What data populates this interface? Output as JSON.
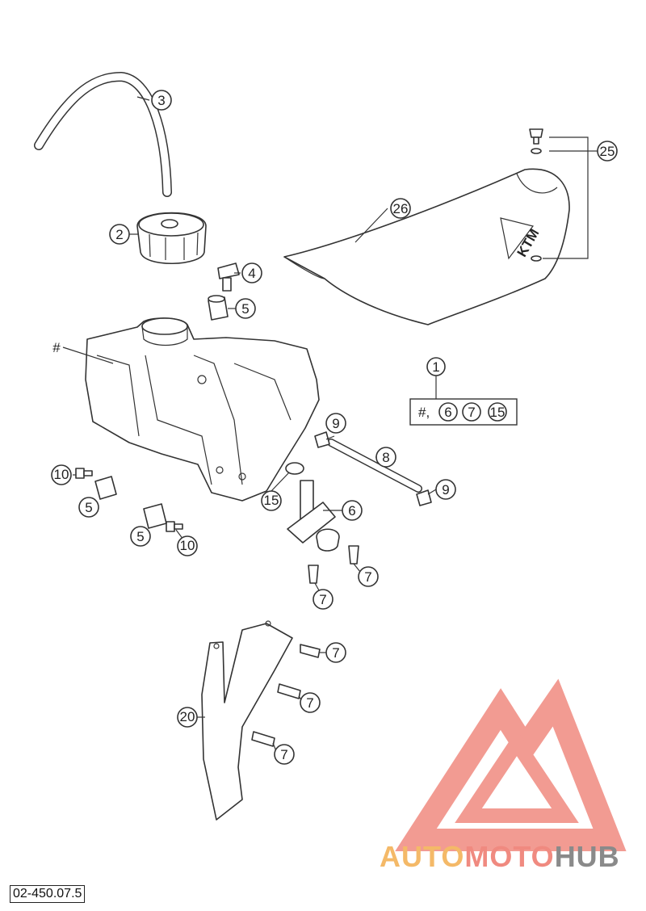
{
  "callouts": {
    "c1": "1",
    "c2": "2",
    "c3": "3",
    "c4": "4",
    "c5a": "5",
    "c5b": "5",
    "c5c": "5",
    "c6": "6",
    "c7a": "7",
    "c7b": "7",
    "c7c": "7",
    "c7d": "7",
    "c7e": "7",
    "c8": "8",
    "c9a": "9",
    "c9b": "9",
    "c10a": "10",
    "c10b": "10",
    "c15": "15",
    "c20": "20",
    "c25": "25",
    "c26": "26",
    "hash": "#"
  },
  "kit_box": {
    "hash": "#,",
    "items": [
      "6",
      "7",
      "15"
    ]
  },
  "seat_logo": "KTM",
  "diagram_code": "02-450.07.5",
  "watermark": {
    "part_a": "AUTO",
    "part_b": "MOTO",
    "part_c": "HUB",
    "color_a": "#f4b968",
    "color_b": "#f08a80",
    "color_c": "#8a8a8a",
    "mark_color": "#f08a80"
  }
}
